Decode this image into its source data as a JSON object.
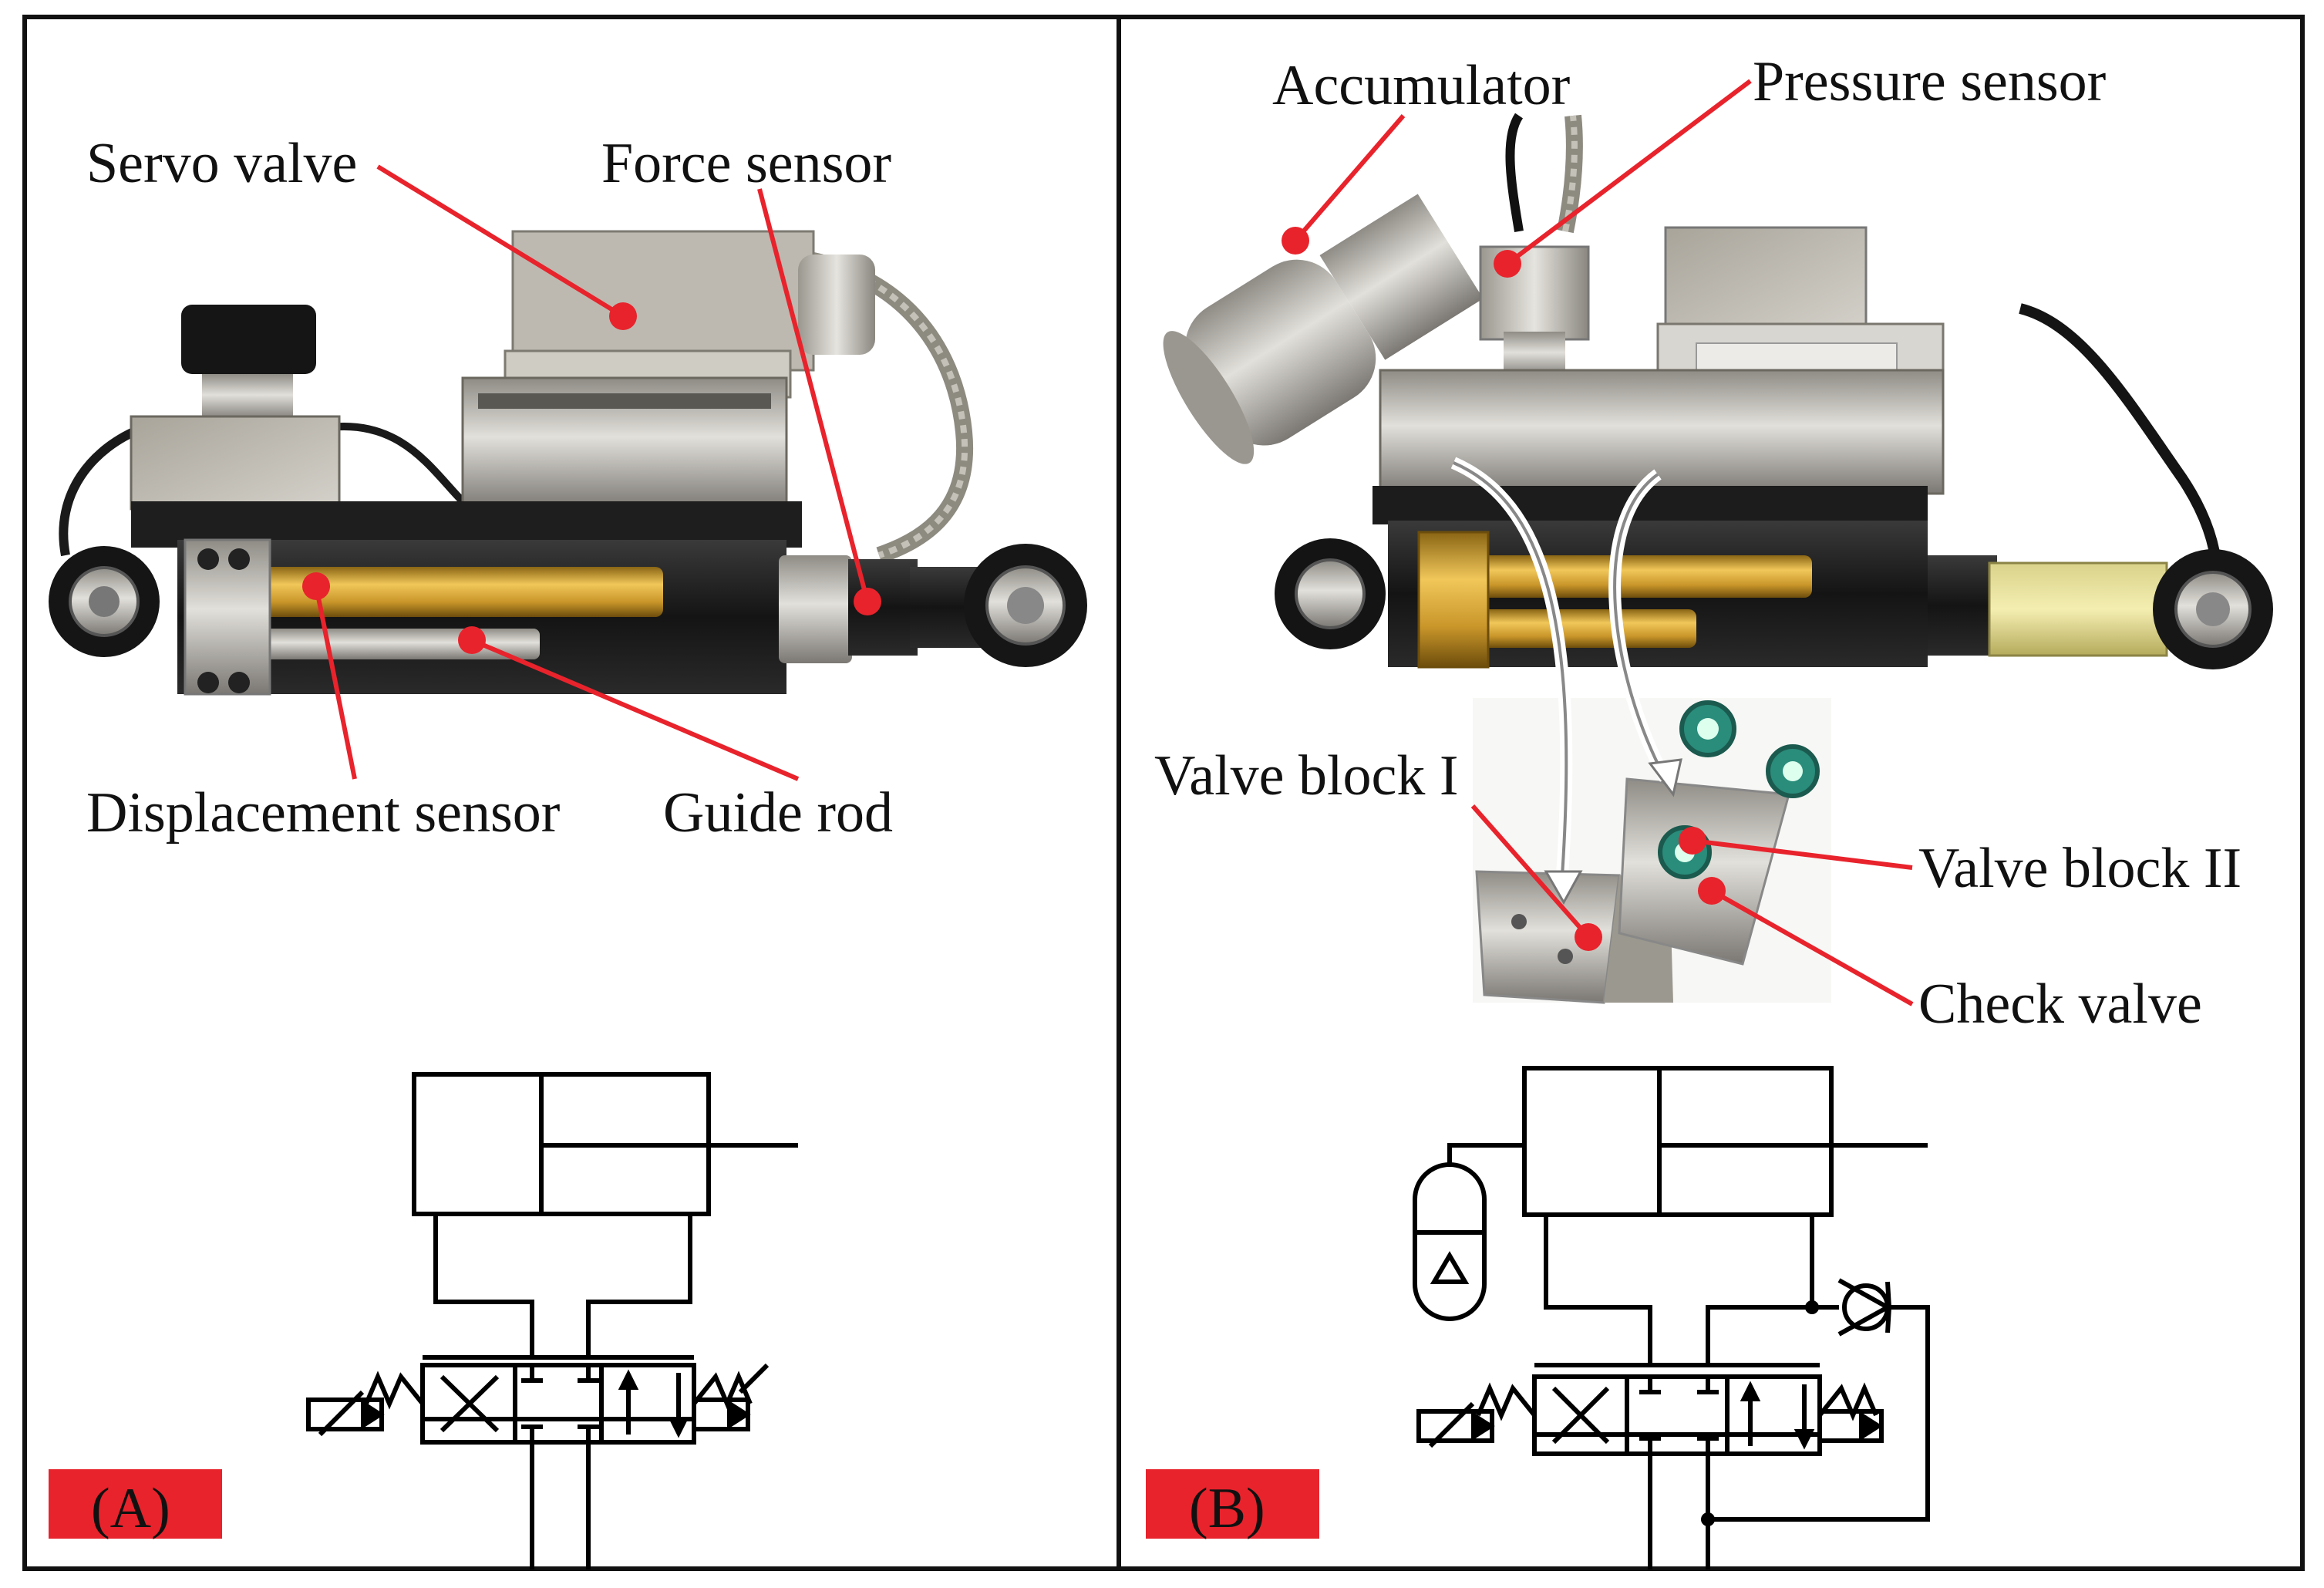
{
  "panel_a": {
    "tag": "(A)",
    "labels": {
      "servo_valve": "Servo valve",
      "force_sensor": "Force sensor",
      "displacement_sensor": "Displacement sensor",
      "guide_rod": "Guide rod"
    }
  },
  "panel_b": {
    "tag": "(B)",
    "labels": {
      "accumulator": "Accumulator",
      "pressure_sensor": "Pressure sensor",
      "valve_block_1": "Valve block I",
      "valve_block_2": "Valve block II",
      "check_valve": "Check valve"
    }
  },
  "colors": {
    "annotation_red": "#e8232c",
    "tag_background": "#e8232c",
    "border": "#111111",
    "brass": "#c99a2e",
    "metal": "#b9b6ae",
    "black_body": "#1a1a1a"
  }
}
